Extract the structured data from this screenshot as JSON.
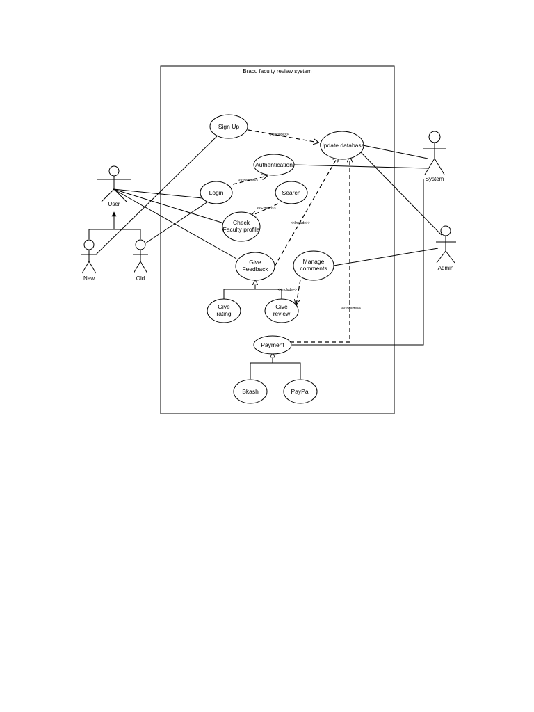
{
  "diagram": {
    "system_title": "Bracu faculty review system",
    "actors": {
      "user": "User",
      "new": "New",
      "old": "Old",
      "system": "System",
      "admin": "Admin"
    },
    "use_cases": {
      "sign_up": "Sign Up",
      "update_database": "Update database",
      "authentication": "Authentication",
      "login": "Login",
      "search": "Search",
      "check_faculty_profile": [
        "Check",
        "Faculty profile"
      ],
      "give_feedback": [
        "Give",
        "Feedback"
      ],
      "manage_comments": [
        "Manage",
        "comments"
      ],
      "give_rating": [
        "Give",
        "rating"
      ],
      "give_review": [
        "Give",
        "review"
      ],
      "payment": "Payment",
      "bkash": "Bkash",
      "paypal": "PayPal"
    },
    "relations": {
      "include_signup_update": "<<Include>>",
      "include_login_auth": "<<Include>>",
      "extend_search_check": "<<Extend>>",
      "include_feedback_update": "<<Include>>",
      "include_manage_review": "<<Include>>",
      "include_payment_update": "<<Include>>"
    }
  }
}
